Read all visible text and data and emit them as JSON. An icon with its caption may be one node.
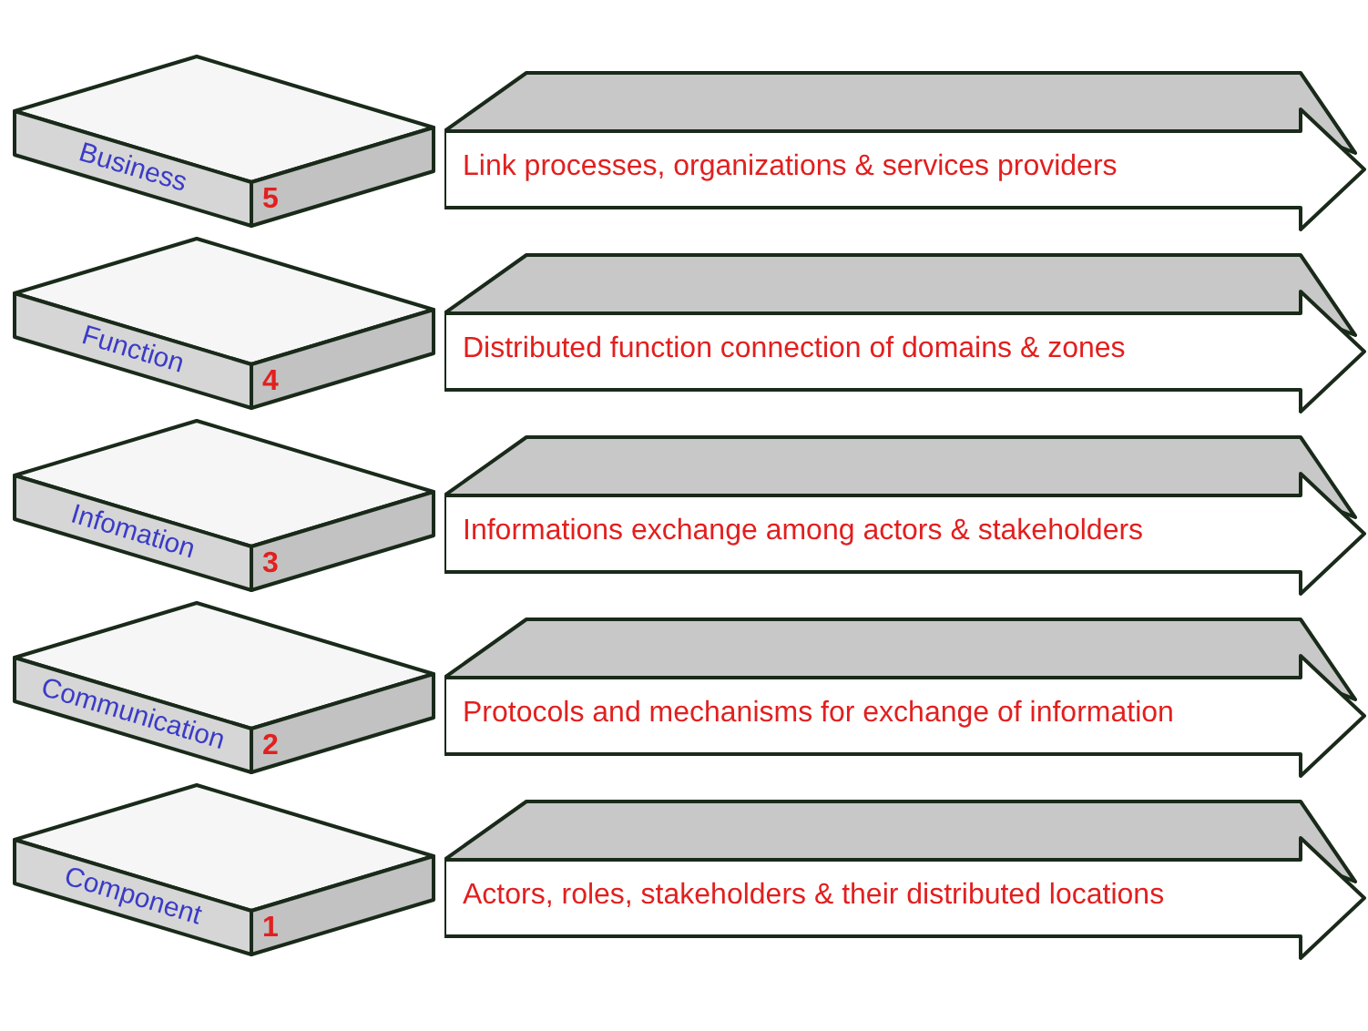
{
  "diagram": {
    "nodes": [
      {
        "text": [
          "Business",
          "5"
        ]
      },
      {
        "text": [
          "Link processes, organizations & services providers"
        ]
      },
      {
        "text": [
          "Function",
          "4"
        ]
      },
      {
        "text": [
          "Distributed function connection of domains & zones"
        ]
      },
      {
        "text": [
          "Infomation",
          "3"
        ]
      },
      {
        "text": [
          "Informations exchange among actors & stakeholders"
        ]
      },
      {
        "text": [
          "Communication",
          "2"
        ]
      },
      {
        "text": [
          "Protocols and mechanisms for exchange of information"
        ]
      },
      {
        "text": [
          "Component",
          "1"
        ]
      },
      {
        "text": [
          "Actors, roles, stakeholders & their distributed locations"
        ]
      }
    ]
  }
}
